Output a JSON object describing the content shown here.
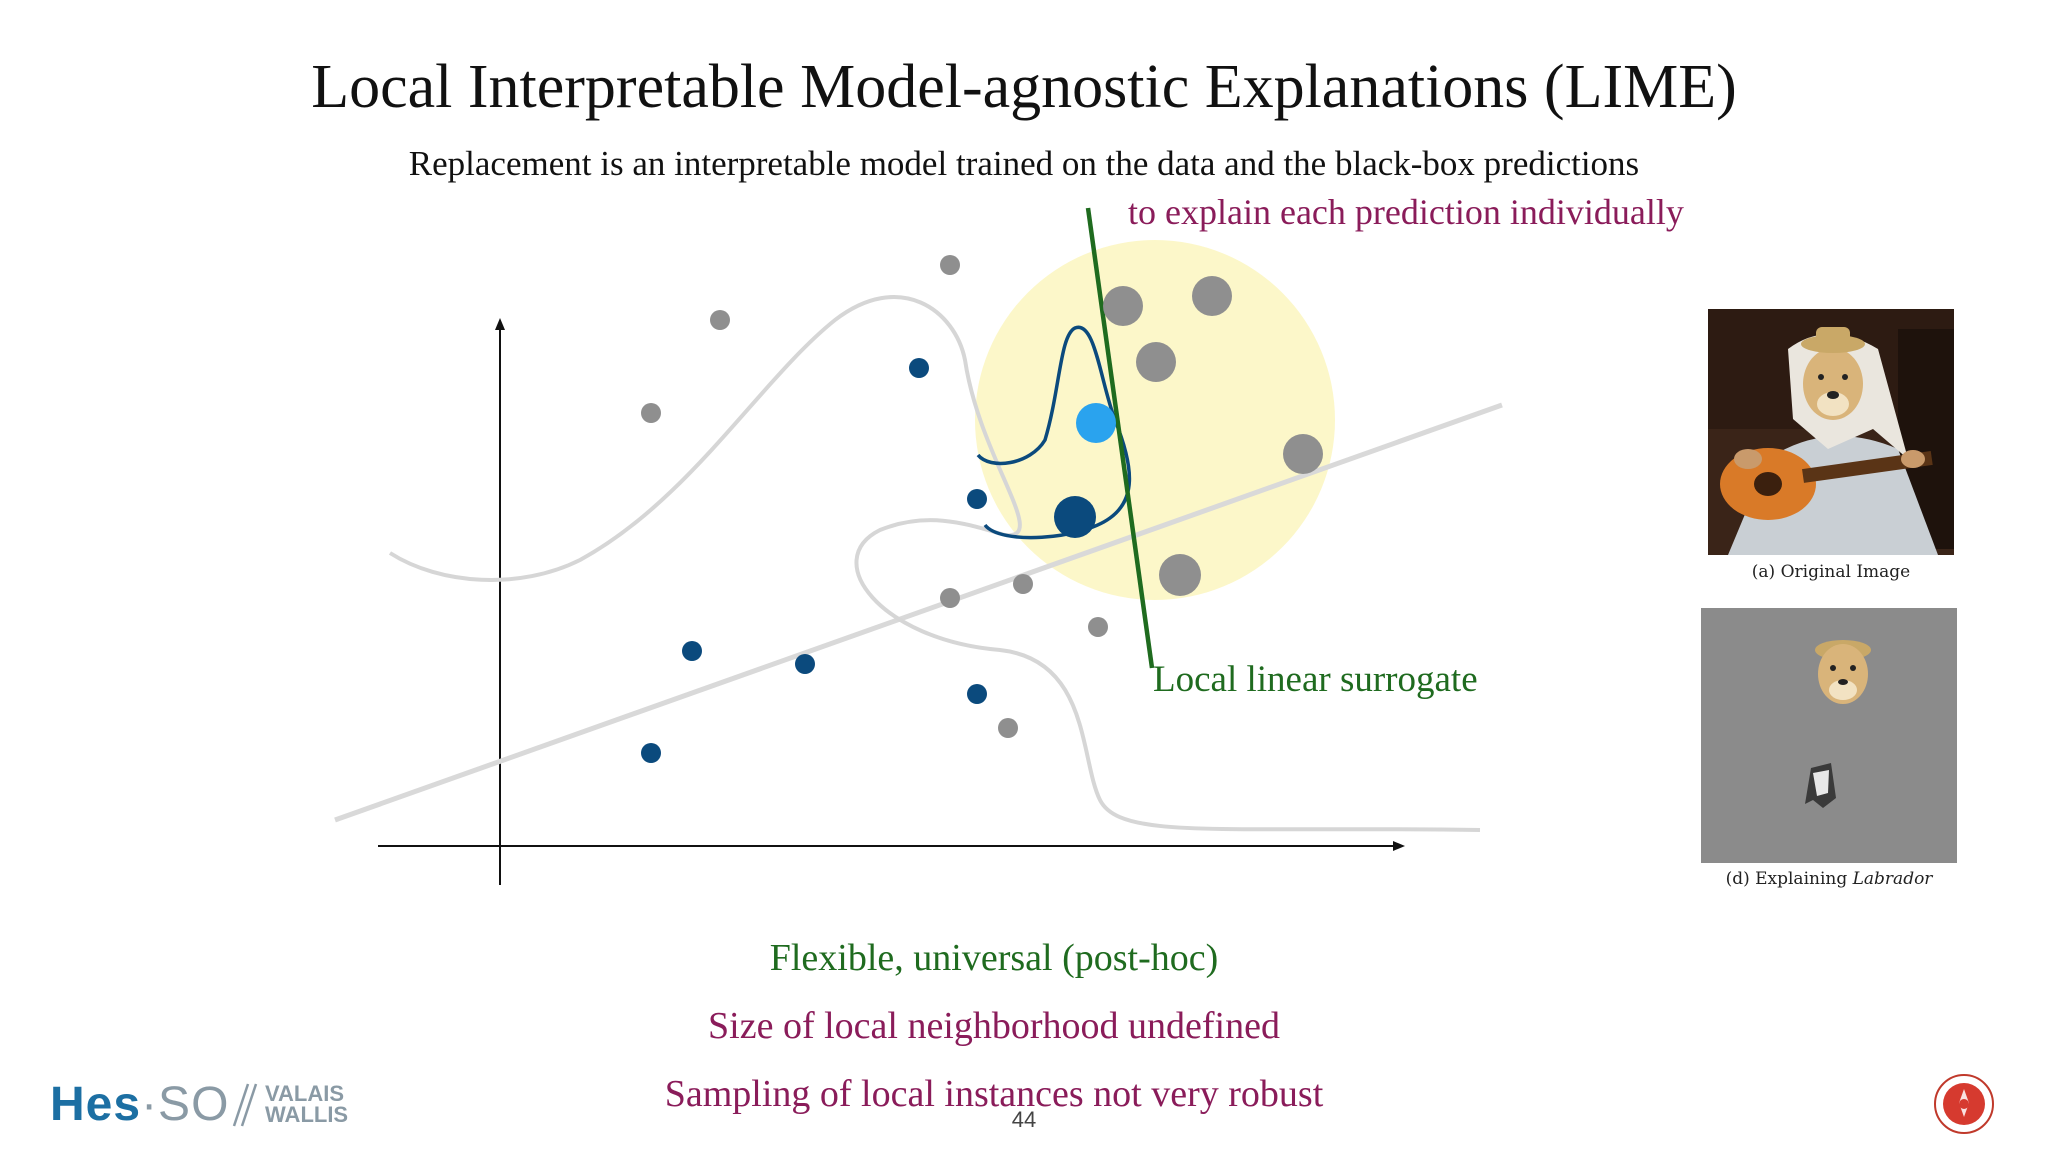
{
  "slide": {
    "title": "Local Interpretable Model-agnostic Explanations (LIME)",
    "subtitle": "Replacement is an interpretable model trained on the data and the black-box predictions",
    "purple_note": "to explain each prediction individually",
    "surrogate_label": "Local linear surrogate",
    "bullets": [
      "Flexible, universal (post-hoc)",
      "Size of local neighborhood undefined",
      "Sampling of local instances not very robust"
    ],
    "page_number": "44"
  },
  "figures": {
    "original_caption": "(a) Original Image",
    "explaining_caption_prefix": "(d) Explaining",
    "explaining_caption_italic": "Labrador"
  },
  "logo": {
    "hes": "Hes",
    "dot": "·",
    "so": "SO",
    "valais": "VALAIS",
    "wallis": "WALLIS"
  },
  "colors": {
    "green": "#1f6b1f",
    "purple": "#8a1c5a",
    "dark_blue_point": "#0b4a7d",
    "highlight_point": "#2aa3ee",
    "gray_point": "#8f8f8f",
    "neighborhood": "#fdf8c8"
  }
}
